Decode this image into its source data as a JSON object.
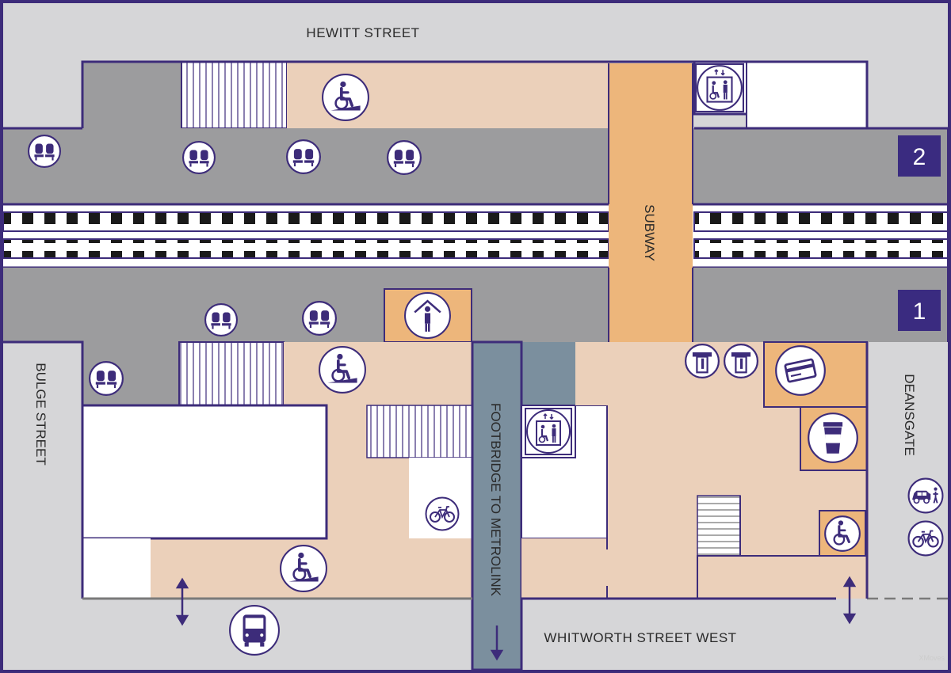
{
  "streets": {
    "north": "HEWITT STREET",
    "south": "WHITWORTH STREET WEST",
    "west": "BULGE STREET",
    "east": "DEANSGATE"
  },
  "areas": {
    "subway": "SUBWAY",
    "footbridge": "FOOTBRIDGE TO METROLINK"
  },
  "platforms": {
    "platform_1": "1",
    "platform_2": "2"
  },
  "watermark": "XMoves",
  "icons": [
    "seat-icon",
    "wheelchair-ramp-icon",
    "wheelchair-icon",
    "lift-icon",
    "waiting-shelter-icon",
    "ticket-machine-icon",
    "card-payment-icon",
    "coffee-icon",
    "bicycle-icon",
    "taxi-drop-off-icon",
    "bus-icon",
    "entrance-arrow-icon",
    "exit-arrow-icon"
  ],
  "colors": {
    "border": "#3d2c7a",
    "platform_grey": "#9c9c9e",
    "concourse_peach": "#ebd0ba",
    "subway_orange": "#edb67b",
    "footbridge_blue": "#7b8f9e",
    "street_grey": "#d6d6d8",
    "platform_badge": "#3a2b80"
  }
}
